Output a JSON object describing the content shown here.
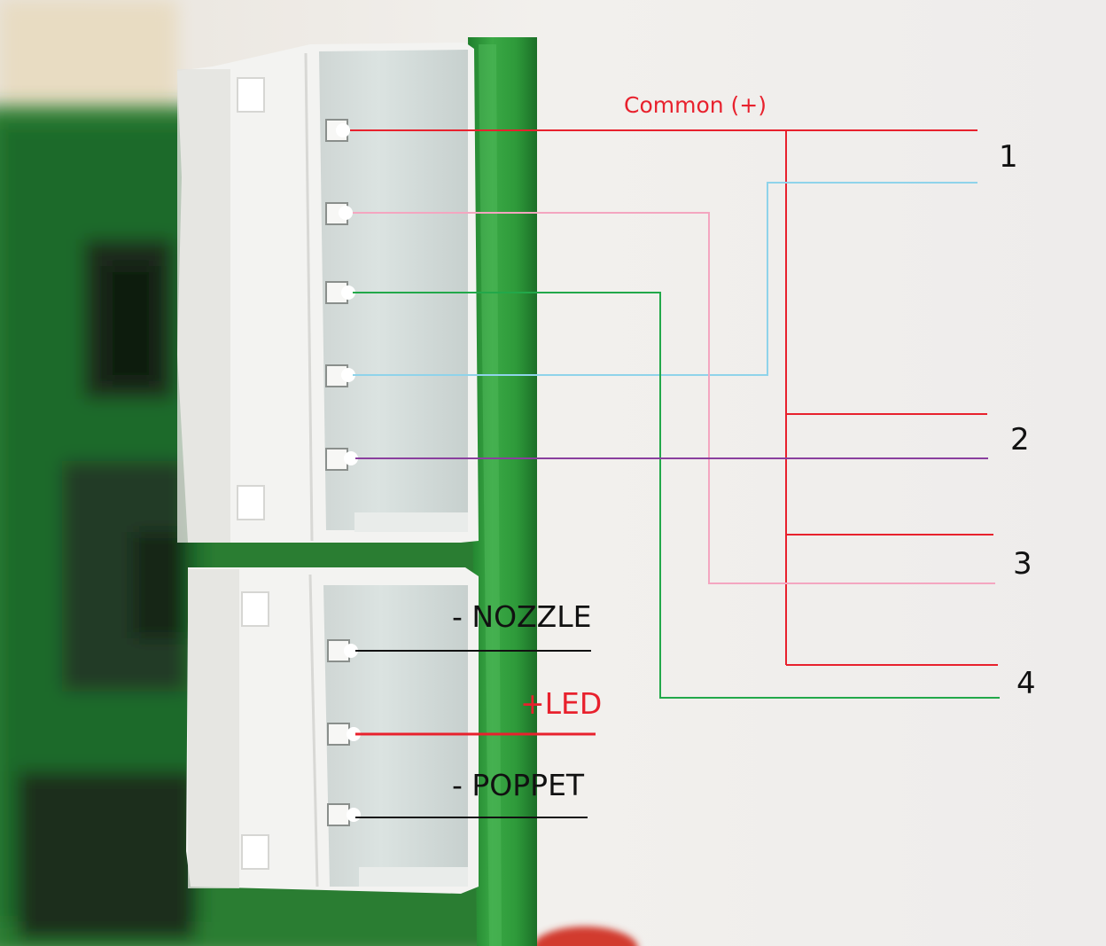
{
  "colors": {
    "common": "#e8212d",
    "wire_pink": "#f4a6c0",
    "wire_green": "#22a84a",
    "wire_blue": "#8fd3ea",
    "wire_purple": "#8a3f9e",
    "black": "#111111",
    "pcb_green": "#2e9a3a",
    "connector_white": "#f3f3f1"
  },
  "labels": {
    "common": "Common (+)",
    "valve_1": "1",
    "valve_2": "2",
    "valve_3": "3",
    "valve_4": "4",
    "nozzle": "- NOZZLE",
    "led": "+LED",
    "poppet": "- POPPET"
  }
}
